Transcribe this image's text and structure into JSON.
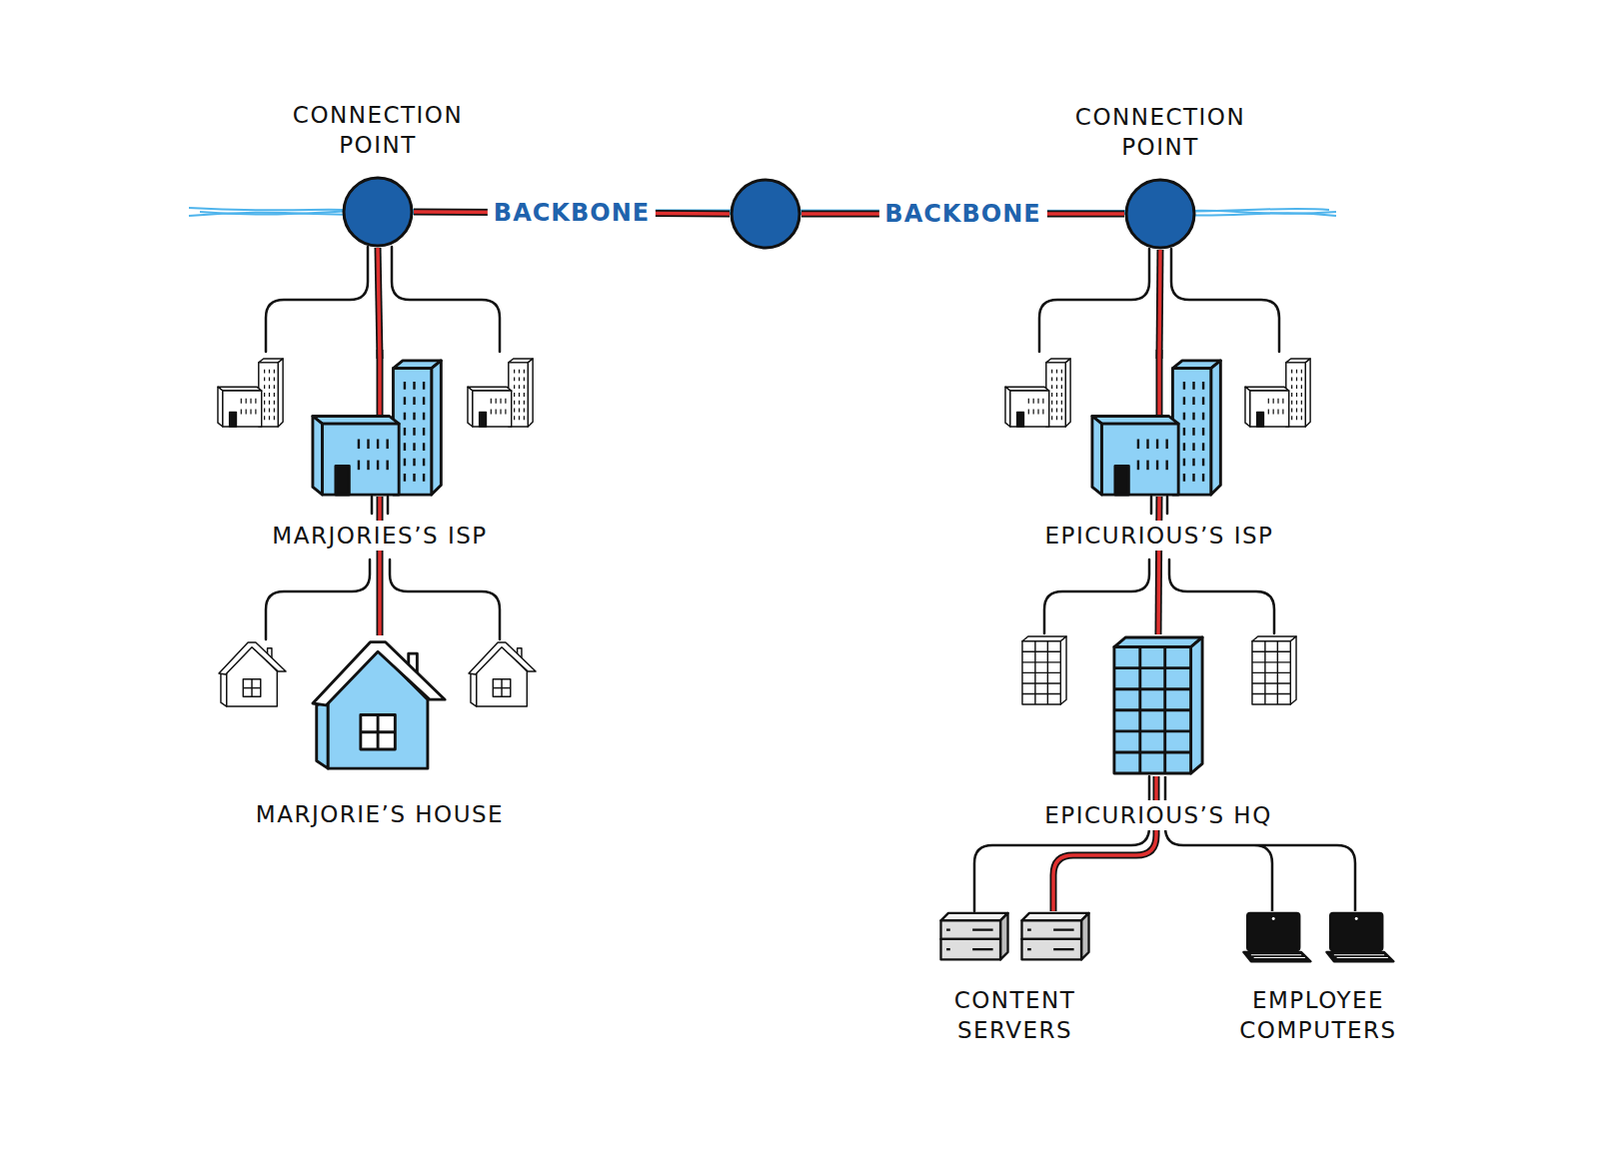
{
  "diagram": {
    "nodes": [
      {
        "text": [
          "CONNECTION POINT"
        ]
      },
      {
        "text": []
      },
      {
        "text": [
          "CONNECTION POINT"
        ]
      },
      {
        "text": [
          "MARJORIES’S ISP"
        ]
      },
      {
        "text": [
          "EPICURIOUS’S ISP"
        ]
      },
      {
        "text": [
          "MARJORIE’S HOUSE"
        ]
      },
      {
        "text": [
          "EPICURIOUS’S HQ"
        ]
      },
      {
        "text": [
          "CONTENT SERVERS"
        ]
      },
      {
        "text": [
          "EMPLOYEE COMPUTERS"
        ]
      }
    ],
    "edges": [
      {
        "from": 0,
        "to": 1,
        "label": "BACKBONE",
        "arrow": "none"
      },
      {
        "from": 1,
        "to": 2,
        "label": "BACKBONE",
        "arrow": "none"
      },
      {
        "from": 0,
        "to": 3,
        "arrow": "none"
      },
      {
        "from": 3,
        "to": 5,
        "arrow": "none"
      },
      {
        "from": 2,
        "to": 4,
        "arrow": "none"
      },
      {
        "from": 4,
        "to": 6,
        "arrow": "none"
      },
      {
        "from": 6,
        "to": 7,
        "arrow": "none"
      },
      {
        "from": 6,
        "to": 8,
        "arrow": "none"
      }
    ]
  }
}
